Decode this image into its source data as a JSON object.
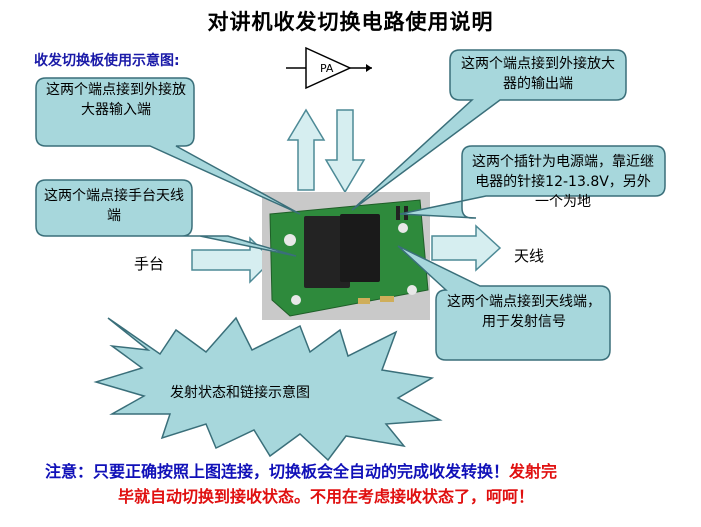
{
  "title": "对讲机收发切换电路使用说明",
  "subtitle": "收发切换板使用示意图:",
  "amplifier_label": "PA",
  "callouts": {
    "amp_input": "这两个端点接到外接放大器输入端",
    "amp_output": "这两个端点接到外接放大器的输出端",
    "power": "这两个插针为电源端，靠近继电器的针接12-13.8V，另外一个为地",
    "handset_antenna": "这两个端点接手台天线端",
    "antenna": "这两个端点接到天线端，用于发射信号"
  },
  "labels": {
    "handset": "手台",
    "antenna": "天线"
  },
  "burst_text": "发射状态和链接示意图",
  "note": {
    "prefix": "注意：",
    "blue_text": "只要正确按照上图连接，切换板会全自动的完成收发转换！",
    "red_text_1": "发射完",
    "red_text_2": "毕就自动切换到接收状态。不用在考虑接收状态了，呵呵！"
  },
  "colors": {
    "callout_fill": "#a7d7dc",
    "callout_stroke": "#3a6f7a",
    "arrow_fill": "#d6eef0",
    "arrow_stroke": "#4d8a96",
    "board": "#2e8a3c",
    "relay": "#222222"
  }
}
